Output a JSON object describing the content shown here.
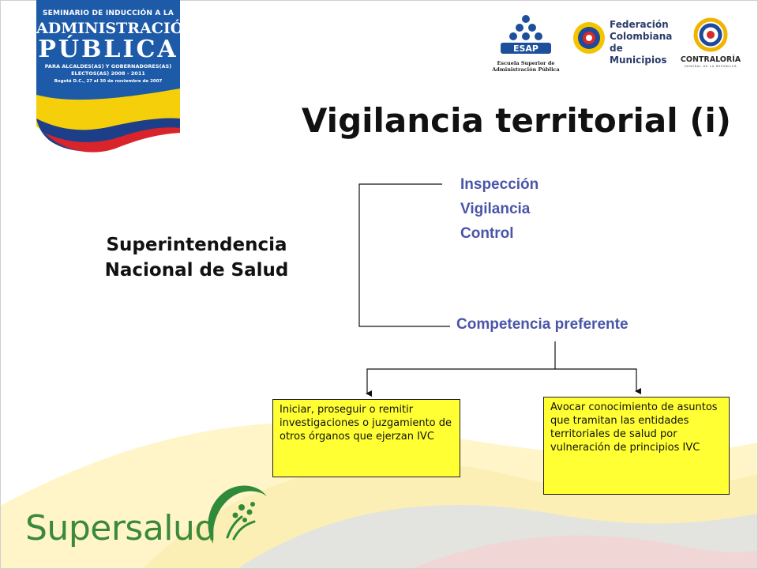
{
  "banner": {
    "line1": "SEMINARIO DE INDUCCIÓN A LA",
    "line2": "ADMINISTRACIÓN",
    "line3": "PÚBLICA",
    "line4": "PARA ALCALDES(AS) Y GOBERNADORES(AS)",
    "line5": "ELECTOS(AS) 2008 - 2011",
    "line6": "Bogotá D.C., 27 al 30 de noviembre de 2007"
  },
  "logos": {
    "esap_mark": "ESAP",
    "esap_caption_1": "Escuela Superior de",
    "esap_caption_2": "Administración Pública",
    "fcm_1": "Federación",
    "fcm_2": "Colombiana",
    "fcm_3": "de Municipios",
    "contraloria_name": "CONTRALORÍA",
    "contraloria_sub": "GENERAL DE LA REPÚBLICA"
  },
  "slide": {
    "title": "Vigilancia territorial (i)",
    "entity_line1": "Superintendencia",
    "entity_line2": "Nacional de Salud",
    "functions": [
      "Inspección",
      "Vigilancia",
      "Control"
    ],
    "competencia": "Competencia preferente",
    "box_left": "Iniciar, proseguir o remitir investigaciones o juzgamiento de otros órganos que ejerzan IVC",
    "box_right": "Avocar conocimiento de asuntos que tramitan las entidades territoriales de salud por vulneración de principios IVC"
  },
  "footer": {
    "brand": "Supersalud"
  },
  "colors": {
    "function_text": "#4a55a8",
    "box_fill": "#ffff33",
    "brand_green": "#3a8a3a",
    "banner_blue": "#1d5aa8"
  },
  "icons": {
    "esap": "esap-logo-icon",
    "fcm": "fcm-logo-icon",
    "contraloria": "contraloria-logo-icon",
    "supersalud": "supersalud-mark-icon"
  }
}
